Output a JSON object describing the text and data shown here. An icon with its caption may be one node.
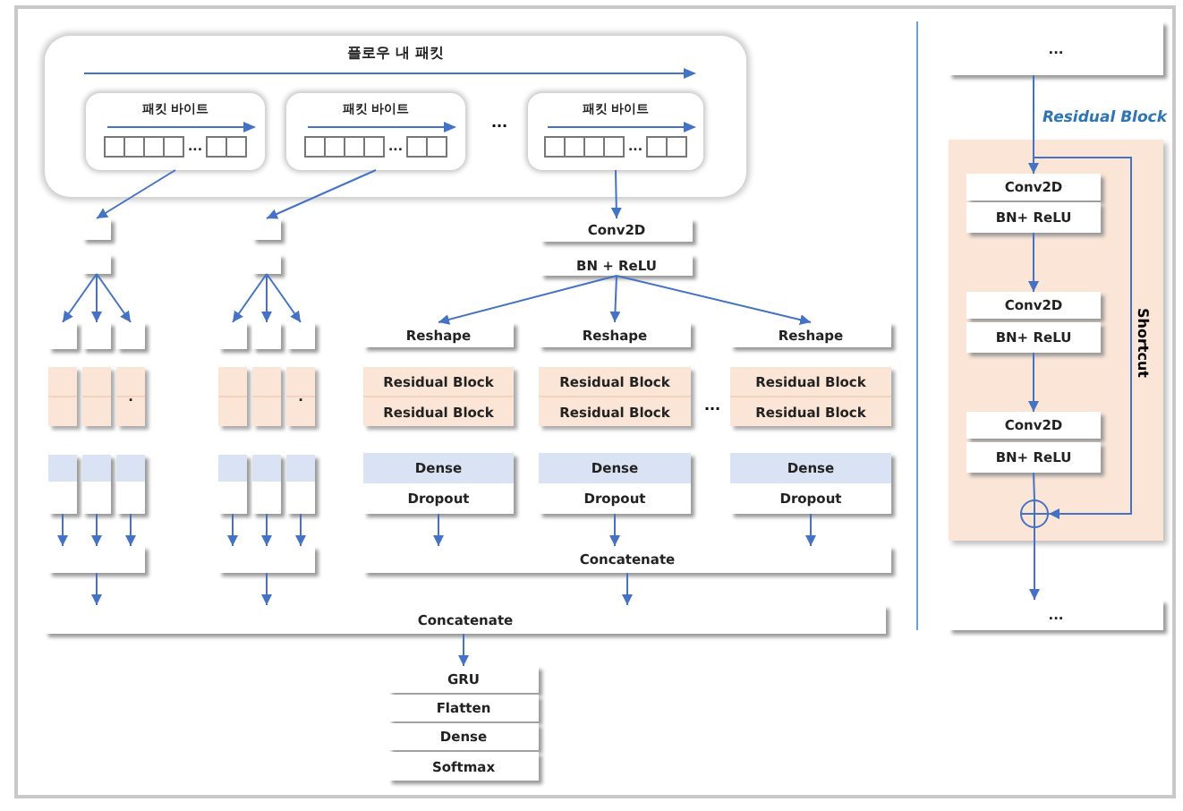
{
  "diagram": {
    "nodes": [
      {
        "text": [
          "플로우 내 패킷"
        ]
      },
      {
        "text": [
          "패킷 바이트",
          "..."
        ],
        "in": 0
      },
      {
        "text": [
          "패킷 바이트",
          "..."
        ],
        "in": 0
      },
      {
        "text": [
          "패킷 바이트",
          "..."
        ],
        "in": 0
      },
      {
        "text": [],
        "shape": "box"
      },
      {
        "text": [],
        "shape": "box"
      },
      {
        "text": [],
        "shape": "box"
      },
      {
        "text": [],
        "shape": "box"
      },
      {
        "text": [],
        "shape": "box"
      },
      {
        "text": [],
        "shape": "box"
      },
      {
        "text": [],
        "shape": "box"
      },
      {
        "text": [
          "."
        ]
      },
      {
        "text": [],
        "shape": "box"
      },
      {
        "text": [],
        "shape": "box"
      },
      {
        "text": [],
        "shape": "box"
      },
      {
        "text": [],
        "shape": "box"
      },
      {
        "text": [],
        "shape": "box"
      },
      {
        "text": [],
        "shape": "box"
      },
      {
        "text": [],
        "shape": "box"
      },
      {
        "text": [],
        "shape": "box"
      },
      {
        "text": [],
        "shape": "box"
      },
      {
        "text": [],
        "shape": "box"
      },
      {
        "text": [],
        "shape": "box"
      },
      {
        "text": [
          "."
        ]
      },
      {
        "text": [],
        "shape": "box"
      },
      {
        "text": [],
        "shape": "box"
      },
      {
        "text": [],
        "shape": "box"
      },
      {
        "text": [],
        "shape": "box"
      },
      {
        "text": [
          "Conv2D"
        ]
      },
      {
        "text": [
          "BN + ReLU"
        ]
      },
      {
        "text": [
          "Reshape"
        ]
      },
      {
        "text": [
          "Reshape"
        ]
      },
      {
        "text": [
          "Reshape"
        ]
      },
      {
        "text": [
          "Residual Block",
          "Residual Block"
        ]
      },
      {
        "text": [
          "Residual Block",
          "Residual Block"
        ]
      },
      {
        "text": [
          "Residual Block",
          "Residual Block"
        ]
      },
      {
        "text": [
          "Dense",
          "Dropout"
        ]
      },
      {
        "text": [
          "Dense",
          "Dropout"
        ]
      },
      {
        "text": [
          "Dense",
          "Dropout"
        ]
      },
      {
        "text": [
          "Concatenate"
        ]
      },
      {
        "text": [
          "Concatenate"
        ]
      },
      {
        "text": [
          "GRU"
        ]
      },
      {
        "text": [
          "Flatten"
        ]
      },
      {
        "text": [
          "Dense"
        ]
      },
      {
        "text": [
          "Softmax"
        ]
      },
      {
        "text": [
          "..."
        ]
      },
      {
        "text": [
          "Residual Block"
        ]
      },
      {
        "text": [
          "Conv2D"
        ],
        "in": 46
      },
      {
        "text": [
          "BN+ ReLU"
        ],
        "in": 46
      },
      {
        "text": [
          "Conv2D"
        ],
        "in": 46
      },
      {
        "text": [
          "BN+ ReLU"
        ],
        "in": 46
      },
      {
        "text": [
          "Conv2D"
        ],
        "in": 46
      },
      {
        "text": [
          "BN+ ReLU"
        ],
        "in": 46
      },
      {
        "text": [],
        "shape": "circle",
        "in": 46
      },
      {
        "text": [
          "..."
        ]
      }
    ],
    "edges": [
      {
        "from": 1,
        "to": 4,
        "arrow": "to"
      },
      {
        "from": 2,
        "to": 16,
        "arrow": "to"
      },
      {
        "from": 3,
        "to": 28,
        "arrow": "to"
      },
      {
        "from": 5,
        "to": 6,
        "arrow": "to"
      },
      {
        "from": 5,
        "to": 7,
        "arrow": "to"
      },
      {
        "from": 5,
        "to": 8,
        "arrow": "to"
      },
      {
        "from": 12,
        "to": 15,
        "arrow": "to"
      },
      {
        "from": 13,
        "to": 15,
        "arrow": "to"
      },
      {
        "from": 14,
        "to": 15,
        "arrow": "to"
      },
      {
        "from": 15,
        "to": 40,
        "arrow": "to"
      },
      {
        "from": 17,
        "to": 18,
        "arrow": "to"
      },
      {
        "from": 17,
        "to": 19,
        "arrow": "to"
      },
      {
        "from": 17,
        "to": 20,
        "arrow": "to"
      },
      {
        "from": 24,
        "to": 27,
        "arrow": "to"
      },
      {
        "from": 25,
        "to": 27,
        "arrow": "to"
      },
      {
        "from": 26,
        "to": 27,
        "arrow": "to"
      },
      {
        "from": 27,
        "to": 40,
        "arrow": "to"
      },
      {
        "from": 29,
        "to": 30,
        "arrow": "to"
      },
      {
        "from": 29,
        "to": 31,
        "arrow": "to"
      },
      {
        "from": 29,
        "to": 32,
        "arrow": "to"
      },
      {
        "from": 36,
        "to": 39,
        "arrow": "to"
      },
      {
        "from": 37,
        "to": 39,
        "arrow": "to"
      },
      {
        "from": 38,
        "to": 39,
        "arrow": "to"
      },
      {
        "from": 39,
        "to": 40,
        "arrow": "to"
      },
      {
        "from": 40,
        "to": 41,
        "arrow": "to"
      },
      {
        "from": 45,
        "to": 47,
        "arrow": "to"
      },
      {
        "from": 48,
        "to": 49,
        "arrow": "to"
      },
      {
        "from": 50,
        "to": 51,
        "arrow": "to"
      },
      {
        "from": 52,
        "to": 53,
        "arrow": "none"
      },
      {
        "from": 53,
        "to": 54,
        "arrow": "to"
      },
      {
        "from": 45,
        "to": 53,
        "arrow": "to",
        "label": "Shortcut"
      }
    ],
    "labels": [
      "...",
      "..."
    ]
  }
}
